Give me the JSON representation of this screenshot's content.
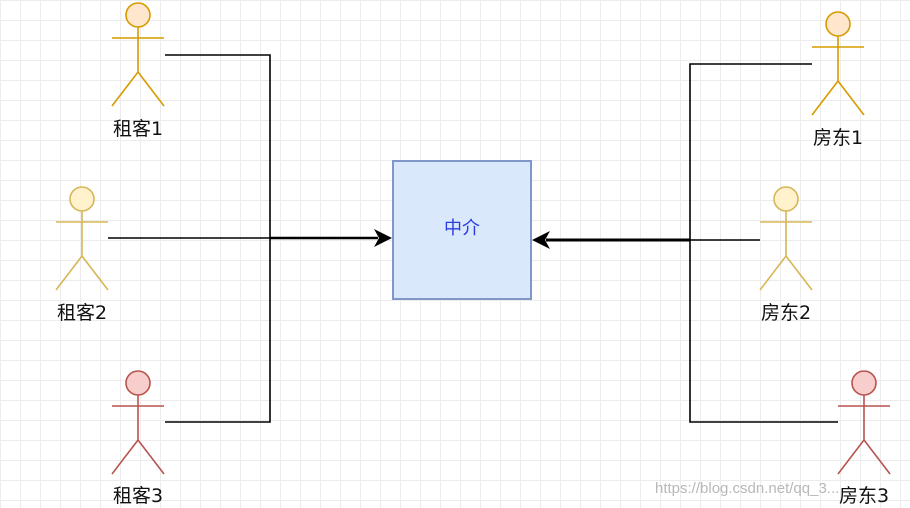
{
  "diagram": {
    "center_label": "中介",
    "tenants": [
      {
        "label": "租客1",
        "color": "#d79b00",
        "fill": "#ffe6cc"
      },
      {
        "label": "租客2",
        "color": "#d6b656",
        "fill": "#fff2cc"
      },
      {
        "label": "租客3",
        "color": "#b85450",
        "fill": "#f8cecc"
      }
    ],
    "landlords": [
      {
        "label": "房东1",
        "color": "#d79b00",
        "fill": "#ffe6cc"
      },
      {
        "label": "房东2",
        "color": "#d6b656",
        "fill": "#fff2cc"
      },
      {
        "label": "房东3",
        "color": "#b85450",
        "fill": "#f8cecc"
      }
    ]
  },
  "watermark": "https://blog.csdn.net/qq_3..."
}
